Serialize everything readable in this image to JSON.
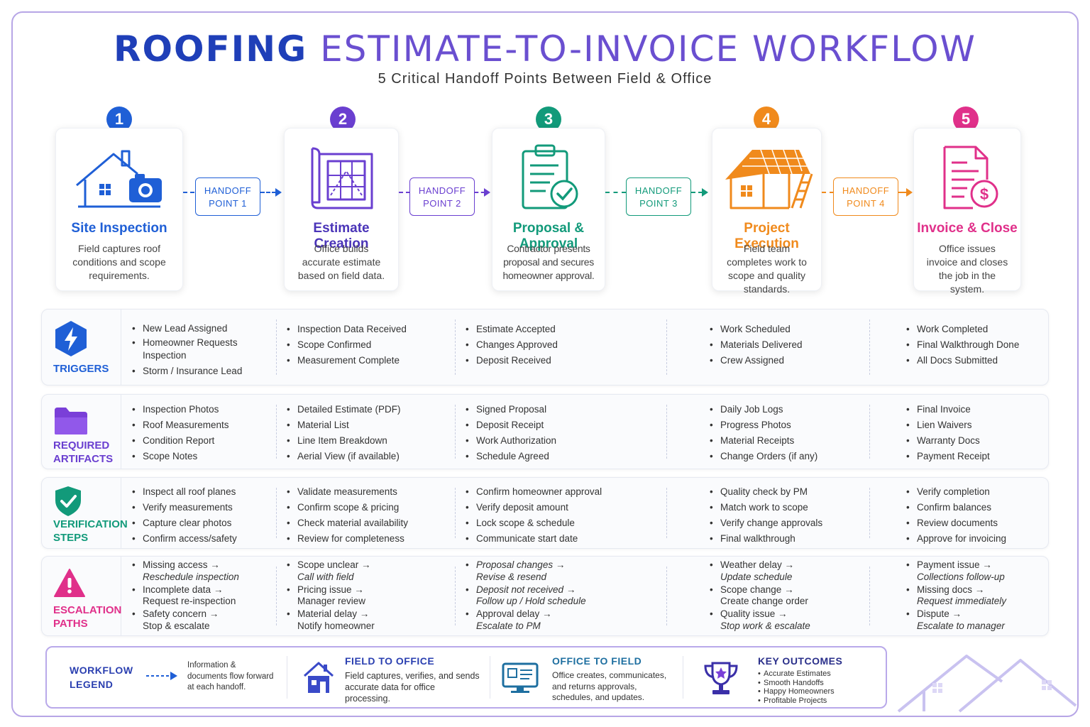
{
  "header": {
    "title_bold": "ROOFING",
    "title_rest": "ESTIMATE-TO-INVOICE WORKFLOW",
    "subtitle": "5 Critical Handoff Points Between Field & Office"
  },
  "colors": {
    "blue": "#1f5fd6",
    "purple": "#6a3fd0",
    "teal": "#129a7a",
    "orange": "#f08a1c",
    "pink": "#e0308a",
    "navy": "#1f3fb8"
  },
  "stages": [
    {
      "number": "1",
      "title": "Site Inspection",
      "desc": "Field captures roof conditions and scope requirements.",
      "icon": "house-camera-icon"
    },
    {
      "number": "2",
      "title": "Estimate Creation",
      "desc": "Office builds accurate estimate based on field data.",
      "icon": "blueprint-icon"
    },
    {
      "number": "3",
      "title": "Proposal & Approval",
      "desc": "Contractor presents proposal and secures homeowner approval.",
      "icon": "clipboard-check-icon"
    },
    {
      "number": "4",
      "title": "Project Execution",
      "desc": "Field team completes work to scope and quality standards.",
      "icon": "roof-ladder-icon"
    },
    {
      "number": "5",
      "title": "Invoice & Close",
      "desc": "Office issues invoice and closes the job in the system.",
      "icon": "invoice-dollar-icon"
    }
  ],
  "handoffs": [
    {
      "line1": "HANDOFF",
      "line2": "POINT 1"
    },
    {
      "line1": "HANDOFF",
      "line2": "POINT 2"
    },
    {
      "line1": "HANDOFF",
      "line2": "POINT 3"
    },
    {
      "line1": "HANDOFF",
      "line2": "POINT 4"
    }
  ],
  "rows": {
    "triggers": {
      "label": "TRIGGERS",
      "cols": [
        [
          "New Lead Assigned",
          "Homeowner Requests Inspection",
          "Storm / Insurance Lead"
        ],
        [
          "Inspection Data Received",
          "Scope Confirmed",
          "Measurement Complete"
        ],
        [
          "Estimate Accepted",
          "Changes Approved",
          "Deposit Received"
        ],
        [
          "Work Scheduled",
          "Materials Delivered",
          "Crew Assigned"
        ],
        [
          "Work Completed",
          "Final Walkthrough Done",
          "All Docs Submitted"
        ]
      ]
    },
    "artifacts": {
      "label_line1": "REQUIRED",
      "label_line2": "ARTIFACTS",
      "cols": [
        [
          "Inspection Photos",
          "Roof Measurements",
          "Condition Report",
          "Scope Notes"
        ],
        [
          "Detailed Estimate (PDF)",
          "Material List",
          "Line Item Breakdown",
          "Aerial View (if available)"
        ],
        [
          "Signed Proposal",
          "Deposit Receipt",
          "Work Authorization",
          "Schedule Agreed"
        ],
        [
          "Daily Job Logs",
          "Progress Photos",
          "Material Receipts",
          "Change Orders (if any)"
        ],
        [
          "Final Invoice",
          "Lien Waivers",
          "Warranty Docs",
          "Payment Receipt"
        ]
      ]
    },
    "verification": {
      "label_line1": "VERIFICATION",
      "label_line2": "STEPS",
      "cols": [
        [
          "Inspect all roof planes",
          "Verify measurements",
          "Capture clear photos",
          "Confirm access/safety"
        ],
        [
          "Validate measurements",
          "Confirm scope & pricing",
          "Check material availability",
          "Review for completeness"
        ],
        [
          "Confirm homeowner approval",
          "Verify deposit amount",
          "Lock scope & schedule",
          "Communicate start date"
        ],
        [
          "Quality check by PM",
          "Match work to scope",
          "Verify change approvals",
          "Final walkthrough"
        ],
        [
          "Verify completion",
          "Confirm balances",
          "Review documents",
          "Approve for invoicing"
        ]
      ]
    },
    "escalation": {
      "label_line1": "ESCALATION",
      "label_line2": "PATHS",
      "cols": [
        [
          {
            "issue": "Missing access →",
            "action": "Reschedule inspection",
            "italic": "action"
          },
          {
            "issue": "Incomplete data →",
            "action": "Request re-inspection",
            "italic": ""
          },
          {
            "issue": "Safety concern →",
            "action": "Stop & escalate",
            "italic": ""
          }
        ],
        [
          {
            "issue": "Scope unclear →",
            "action": "Call with field",
            "italic": "action"
          },
          {
            "issue": "Pricing issue →",
            "action": "Manager review",
            "italic": ""
          },
          {
            "issue": "Material delay →",
            "action": "Notify homeowner",
            "italic": ""
          }
        ],
        [
          {
            "issue": "Proposal changes →",
            "action": "Revise & resend",
            "italic": "both"
          },
          {
            "issue": "Deposit not received →",
            "action": "Follow up / Hold schedule",
            "italic": "both"
          },
          {
            "issue": "Approval delay →",
            "action": "Escalate to PM",
            "italic": "action"
          }
        ],
        [
          {
            "issue": "Weather delay →",
            "action": "Update schedule",
            "italic": "action"
          },
          {
            "issue": "Scope change →",
            "action": "Create change order",
            "italic": ""
          },
          {
            "issue": "Quality issue →",
            "action": "Stop work & escalate",
            "italic": "action"
          }
        ],
        [
          {
            "issue": "Payment issue →",
            "action": "Collections follow-up",
            "italic": "action"
          },
          {
            "issue": "Missing docs →",
            "action": "Request immediately",
            "italic": "action"
          },
          {
            "issue": "Dispute →",
            "action": "Escalate to manager",
            "italic": "action"
          }
        ]
      ]
    }
  },
  "legend": {
    "title_line1": "WORKFLOW",
    "title_line2": "LEGEND",
    "flow_text": "Information & documents flow forward at each handoff.",
    "field_to_office": {
      "title": "FIELD TO OFFICE",
      "text": "Field captures, verifies, and sends accurate data for office processing."
    },
    "office_to_field": {
      "title": "OFFICE TO FIELD",
      "text": "Office creates, communicates, and returns approvals, schedules, and updates."
    },
    "key_outcomes": {
      "title": "KEY OUTCOMES",
      "items": [
        "Accurate Estimates",
        "Smooth Handoffs",
        "Happy Homeowners",
        "Profitable Projects"
      ]
    }
  }
}
